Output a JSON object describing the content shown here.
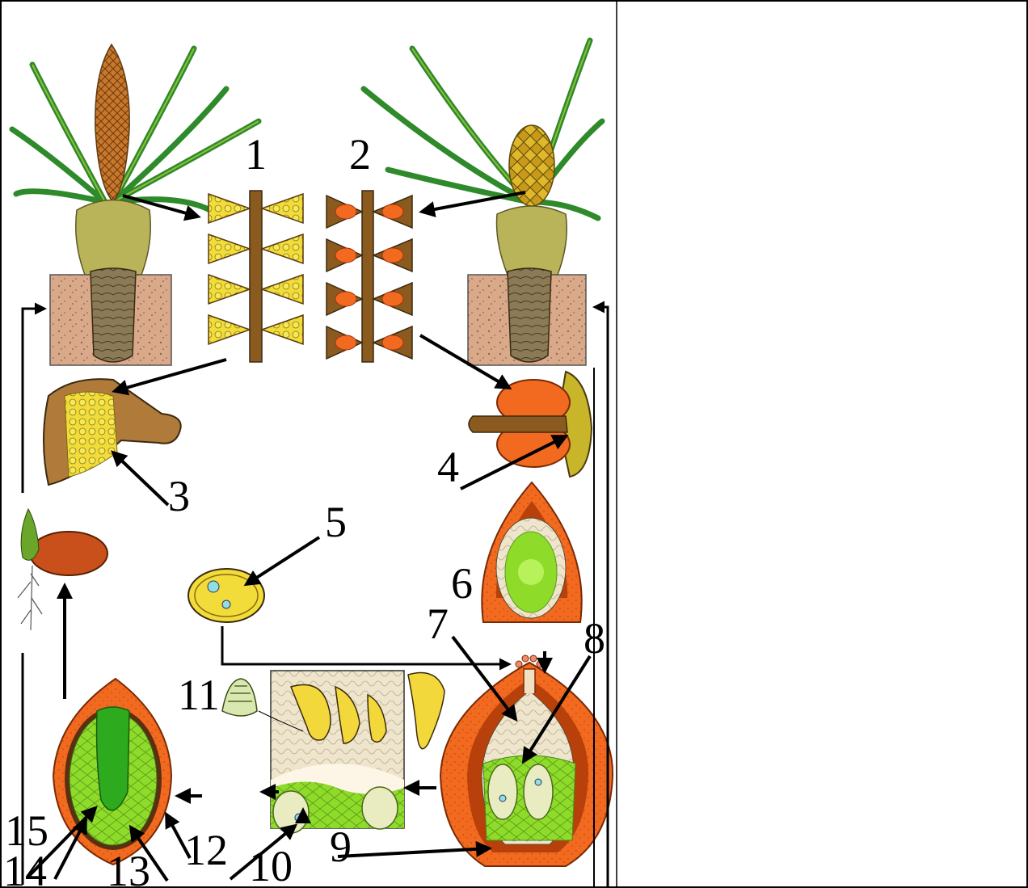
{
  "labels": [
    "1",
    "2",
    "3",
    "4",
    "5",
    "6",
    "7",
    "8",
    "9",
    "10",
    "11",
    "12",
    "13",
    "14",
    "15"
  ],
  "colors": {
    "foliage": "#2e8a2a",
    "foliage_light": "#8fbf3a",
    "trunk": "#8a7a55",
    "soil": "#d9a98a",
    "stalk": "#8b5a1e",
    "pollen": "#f2dc3a",
    "ovule": "#f26a1f",
    "ovule_dark": "#c1360a",
    "tissue_green": "#8fdb2a",
    "cell_beige": "#eee5cc",
    "embryo": "#2eaa1e",
    "pollen_tube": "#f2d83a",
    "arrow": "#000000"
  },
  "icons": [
    "male-cycad-plant",
    "female-cycad-plant",
    "male-cone-section",
    "female-cone-section",
    "microsporophyll",
    "megasporophyll",
    "pollen-grain",
    "ovule",
    "fertilization-detail",
    "seed-section",
    "seedling",
    "spermatozoid"
  ]
}
